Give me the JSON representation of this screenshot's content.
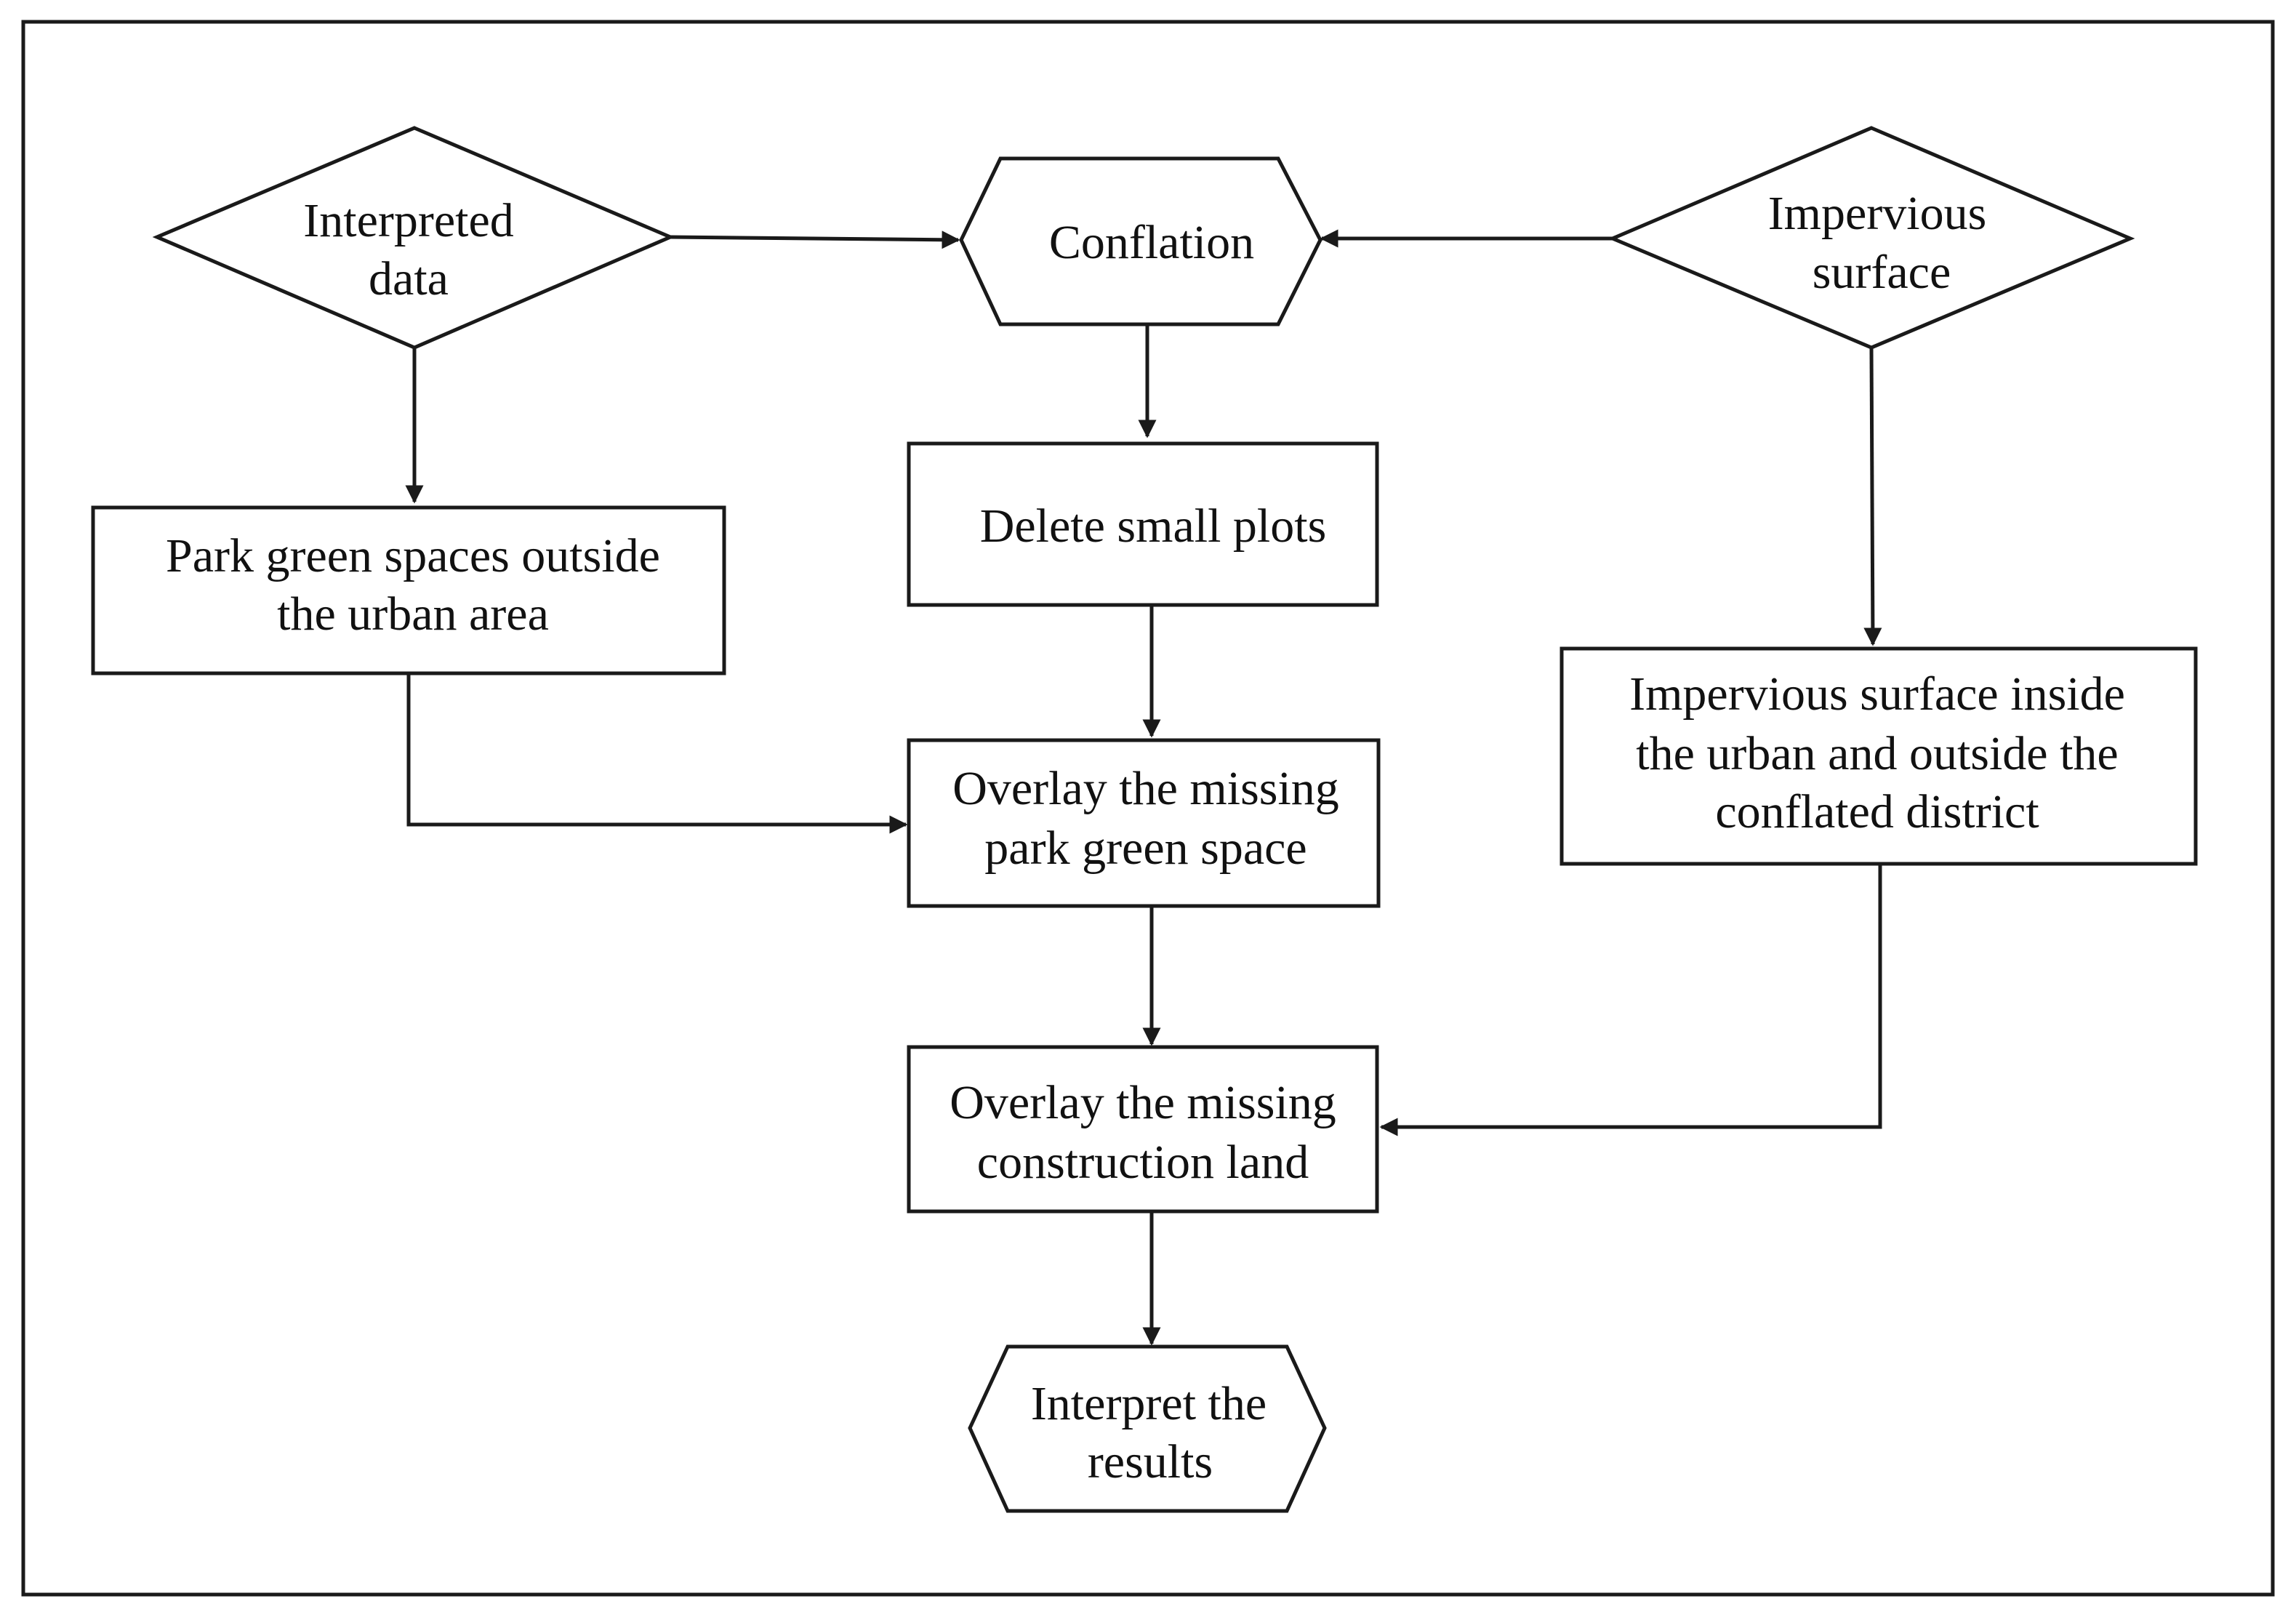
{
  "nodes": {
    "interpreted_data": {
      "line1": "Interpreted",
      "line2": "data"
    },
    "conflation": {
      "line1": "Conflation"
    },
    "impervious_surface": {
      "line1": "Impervious",
      "line2": "surface"
    },
    "park_green_spaces": {
      "line1": "Park green spaces outside",
      "line2": "the urban area"
    },
    "delete_small_plots": {
      "line1": "Delete small plots"
    },
    "impervious_inside": {
      "line1": "Impervious surface inside",
      "line2": "the urban and outside the",
      "line3": "conflated district"
    },
    "overlay_park": {
      "line1": "Overlay the missing",
      "line2": "park green space"
    },
    "overlay_construction": {
      "line1": "Overlay the missing",
      "line2": "construction land"
    },
    "interpret_results": {
      "line1": "Interpret the",
      "line2": "results"
    }
  },
  "colors": {
    "stroke": "#1a1a1a",
    "background": "#ffffff",
    "text": "#111111"
  }
}
